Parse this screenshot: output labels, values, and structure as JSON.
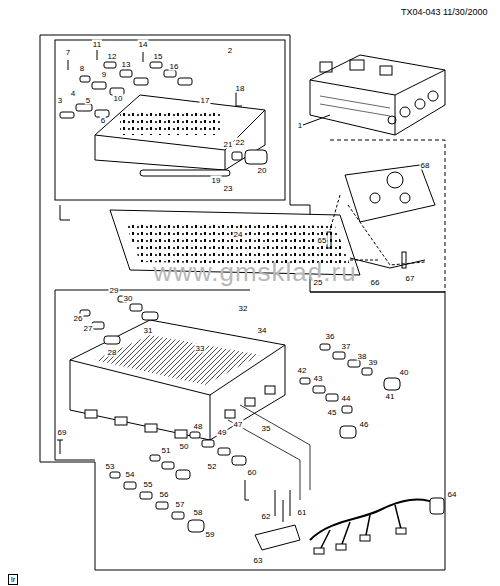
{
  "diagram": {
    "labels": [
      "TX04-043 11/30/2000",
      "www.gmsklad.ru",
      "1",
      "2",
      "3",
      "4",
      "5",
      "6",
      "7",
      "8",
      "9",
      "10",
      "11",
      "12",
      "13",
      "14",
      "15",
      "16",
      "17",
      "18",
      "19",
      "20",
      "21",
      "22",
      "23",
      "24",
      "25",
      "26",
      "27",
      "28",
      "29",
      "30",
      "31",
      "32",
      "33",
      "34",
      "35",
      "36",
      "37",
      "38",
      "39",
      "40",
      "41",
      "42",
      "43",
      "44",
      "45",
      "46",
      "47",
      "48",
      "49",
      "50",
      "51",
      "52",
      "53",
      "54",
      "55",
      "56",
      "57",
      "58",
      "59",
      "60",
      "61",
      "62",
      "63",
      "64",
      "65",
      "66",
      "67",
      "68",
      "69",
      "lr"
    ]
  }
}
